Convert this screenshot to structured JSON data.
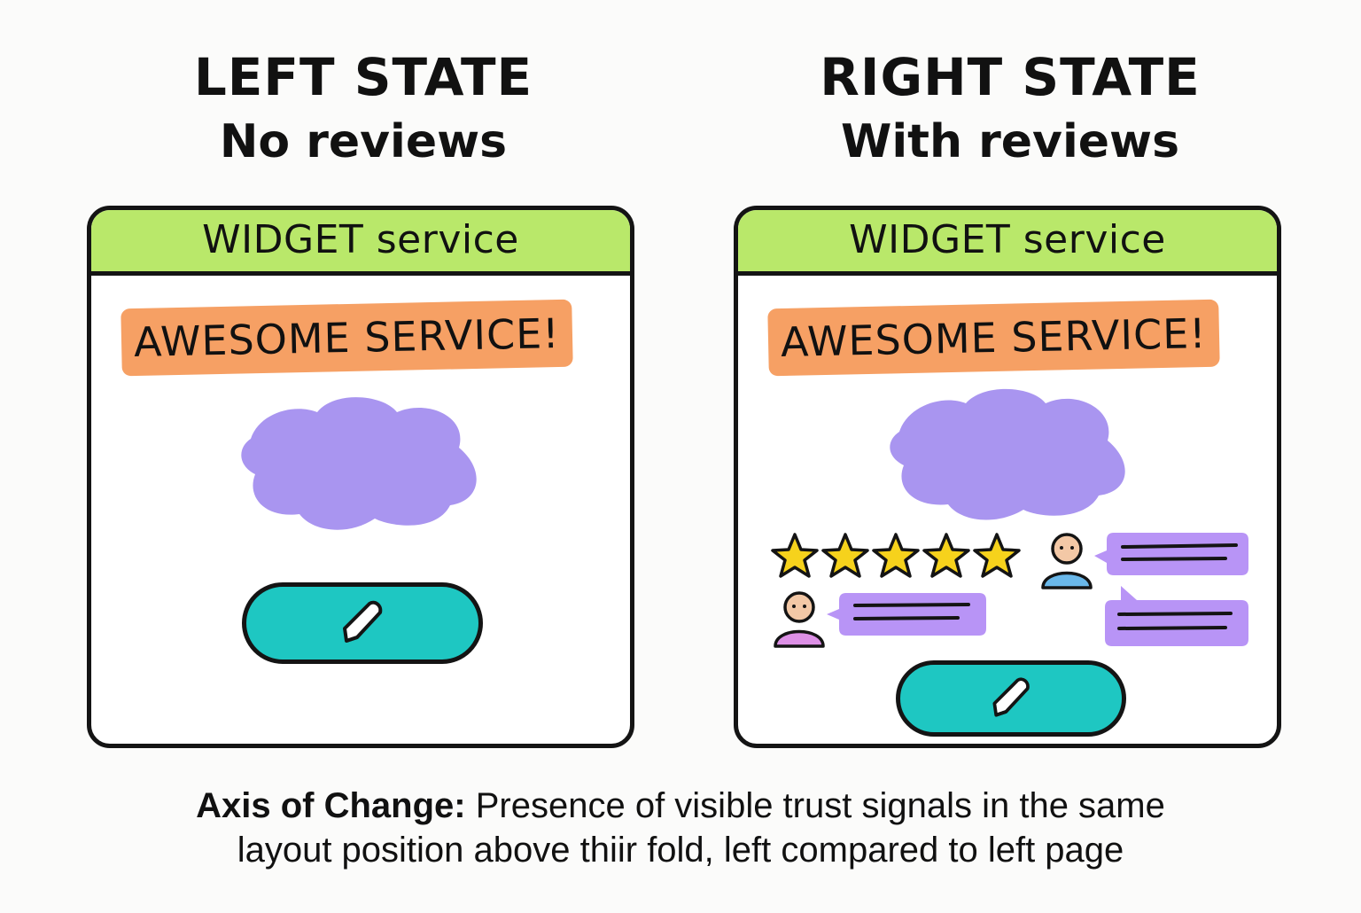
{
  "left_state": {
    "title": "LEFT STATE",
    "subtitle": "No reviews",
    "panel": {
      "header": "WIDGET service",
      "tagline": "AWESOME SERVICE!"
    }
  },
  "right_state": {
    "title": "RIGHT STATE",
    "subtitle": "With reviews",
    "panel": {
      "header": "WIDGET service",
      "tagline": "AWESOME SERVICE!",
      "star_rating": 5
    }
  },
  "caption": {
    "lead": "Axis of Change:",
    "line1_rest": " Presence of visible trust signals in the same",
    "line2": "layout position above thiir fold,  left compared to left page"
  },
  "colors": {
    "header_bg": "#b9e86a",
    "tagline_bg": "#f6a064",
    "hero_blob": "#a995f0",
    "cta_button": "#1ec7c2",
    "star": "#f6d21c",
    "review_bubble": "#b894f6",
    "avatar_blue": "#6ab8ea",
    "avatar_pink": "#dd90e6",
    "avatar_face": "#f3c8a6"
  },
  "icons": {
    "cta_icon": "pencil-icon",
    "rating_icon": "star-icon",
    "reviewer_icon": "user-avatar-icon"
  }
}
